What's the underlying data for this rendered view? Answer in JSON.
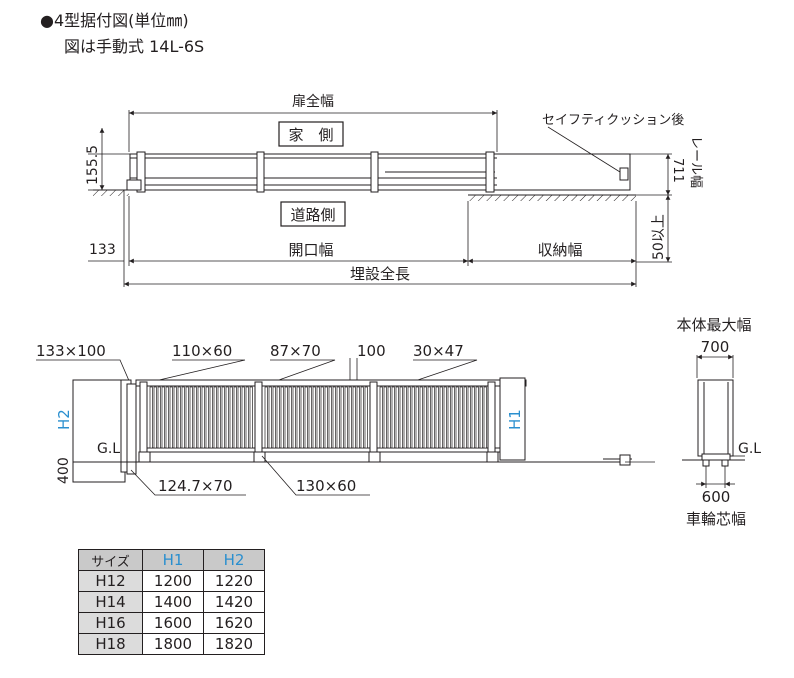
{
  "header": {
    "title": "●4型据付図(単位㎜)",
    "subtitle": "図は手動式 14L-6S"
  },
  "plan_view": {
    "door_total_width": "扉全幅",
    "house_side": "家　側",
    "road_side": "道路側",
    "safety_cushion": "セイフティクッション後",
    "dim_155_5": "155.5",
    "dim_133": "133",
    "opening_width": "開口幅",
    "storage_width": "収納幅",
    "buried_total_length": "埋設全長",
    "dim_711": "711",
    "rail_width": "レール幅",
    "dim_50_or_more": "50以上"
  },
  "elevation_view": {
    "dim_133x100": "133×100",
    "dim_110x60": "110×60",
    "dim_87x70": "87×70",
    "dim_100": "100",
    "dim_30x47": "30×47",
    "h2": "H2",
    "h1": "H1",
    "gl": "G.L",
    "dim_400": "400",
    "dim_124_7x70": "124.7×70",
    "dim_130x60": "130×60"
  },
  "side_view": {
    "body_max_width": "本体最大幅",
    "dim_700": "700",
    "gl": "G.L",
    "dim_600": "600",
    "wheel_center_width": "車輪芯幅"
  },
  "spec_table": {
    "headers": [
      "サイズ",
      "H1",
      "H2"
    ],
    "rows": [
      [
        "H12",
        "1200",
        "1220"
      ],
      [
        "H14",
        "1400",
        "1420"
      ],
      [
        "H16",
        "1600",
        "1620"
      ],
      [
        "H18",
        "1800",
        "1820"
      ]
    ]
  }
}
